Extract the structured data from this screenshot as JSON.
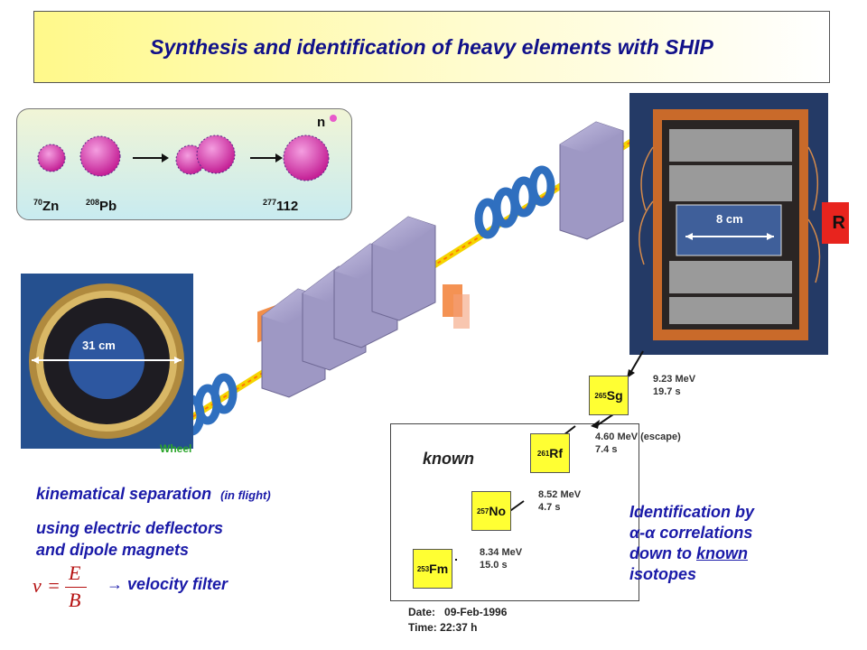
{
  "title": "Synthesis and identification of heavy elements with SHIP",
  "fusion": {
    "projectile": {
      "mass": "70",
      "symbol": "Zn"
    },
    "target": {
      "mass": "208",
      "symbol": "Pb"
    },
    "product": {
      "mass": "277",
      "symbol": "112"
    },
    "neutron": "n"
  },
  "wheel": {
    "size_label": "31 cm",
    "caption": "Wheel"
  },
  "detector": {
    "size_label": "8 cm"
  },
  "ship_fragment": "R",
  "chain": {
    "known_label": "known",
    "isotopes": [
      {
        "mass": "265",
        "symbol": "Sg"
      },
      {
        "mass": "261",
        "symbol": "Rf"
      },
      {
        "mass": "257",
        "symbol": "No"
      },
      {
        "mass": "253",
        "symbol": "Fm"
      }
    ],
    "decays": [
      {
        "energy": "9.23 MeV",
        "time": "19.7 s"
      },
      {
        "energy": "4.60 MeV (escape)",
        "time": "7.4 s"
      },
      {
        "energy": "8.52 MeV",
        "time": "4.7 s"
      },
      {
        "energy": "8.34 MeV",
        "time": "15.0 s"
      }
    ],
    "date_label": "Date:",
    "date_value": "09-Feb-1996",
    "time_label": "Time:",
    "time_value": "22:37 h"
  },
  "method": {
    "line1": "kinematical separation",
    "line1_note": "(in flight)",
    "line2": "using electric deflectors",
    "line3": "and dipole magnets",
    "formula_v": "v",
    "formula_e": "E",
    "formula_b": "B",
    "filter": "velocity filter",
    "arrow": "→"
  },
  "identification": {
    "line1": "Identification by",
    "line2": "α-α correlations",
    "line3_pre": "down to",
    "line3_known": "known",
    "line4": "isotopes"
  },
  "colors": {
    "title_text": "#11118a",
    "accent_blue": "#1a1aa8",
    "isotope_box": "#ffff33",
    "magnet": "#9a93bf",
    "quad": "#2f6fbf",
    "beam": "#f5d400"
  }
}
